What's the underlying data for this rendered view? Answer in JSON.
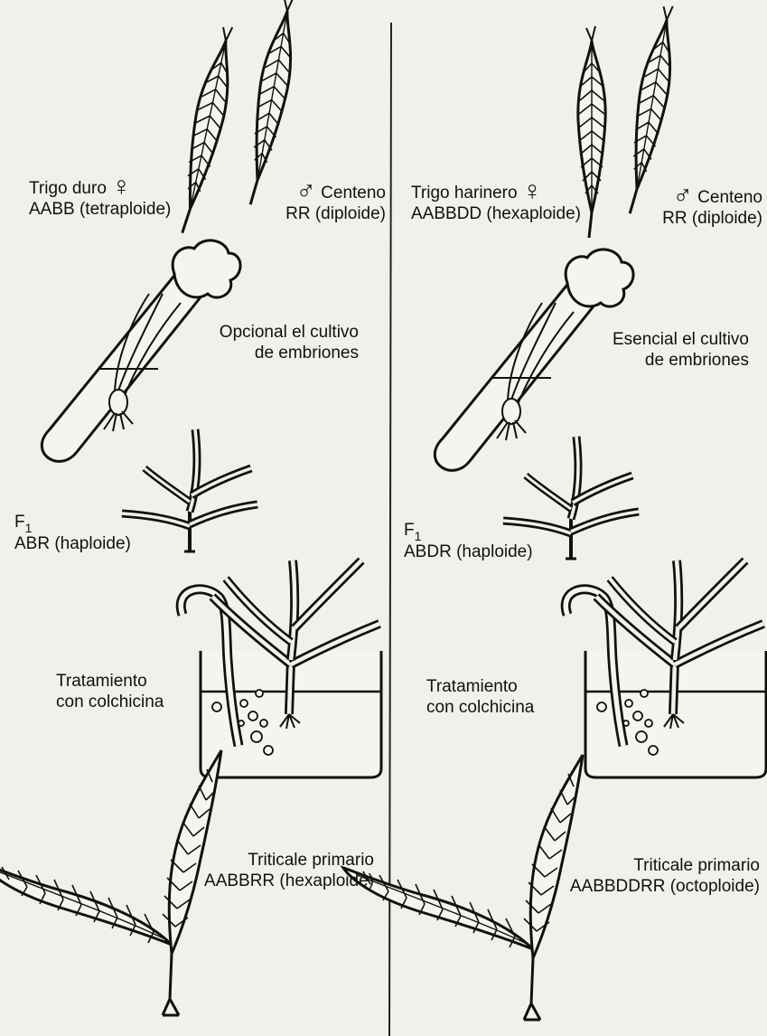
{
  "left": {
    "female": {
      "name": "Trigo duro",
      "symbol": "♀",
      "genome": "AABB (tetraploide)"
    },
    "male": {
      "symbol": "♂",
      "name": "Centeno",
      "genome": "RR (diploide)"
    },
    "culture_note": [
      "Opcional el cultivo",
      "de embriones"
    ],
    "f1": {
      "label": "F",
      "sub": "1",
      "genome": "ABR (haploide)"
    },
    "treatment": [
      "Tratamiento",
      "con colchicina"
    ],
    "result": [
      "Triticale primario",
      "AABBRR (hexaploide)"
    ]
  },
  "right": {
    "female": {
      "name": "Trigo harinero",
      "symbol": "♀",
      "genome": "AABBDD (hexaploide)"
    },
    "male": {
      "symbol": "♂",
      "name": "Centeno",
      "genome": "RR (diploide)"
    },
    "culture_note": [
      "Esencial el cultivo",
      "de embriones"
    ],
    "f1": {
      "label": "F",
      "sub": "1",
      "genome": "ABDR (haploide)"
    },
    "treatment": [
      "Tratamiento",
      "con colchicina"
    ],
    "result": [
      "Triticale primario",
      "AABBDDRR (octoploide)"
    ]
  }
}
